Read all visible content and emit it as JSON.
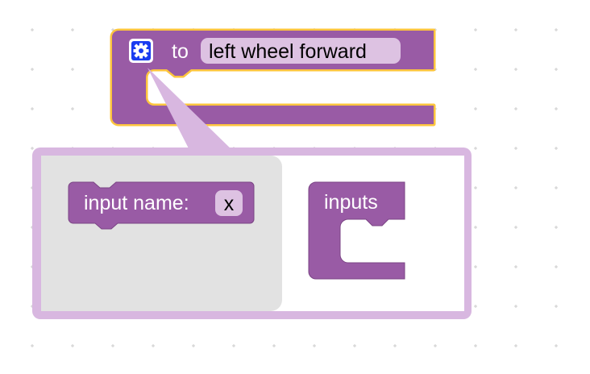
{
  "colors": {
    "block_purple": "#995ba5",
    "block_stroke_dark": "#7b4585",
    "highlight": "#fdc53e",
    "bubble_fill": "#d8b7e0",
    "flyout_gray": "#e2e2e2",
    "field_bg": "#ddc2e2",
    "grid_dot": "#cccccc"
  },
  "procedure_block": {
    "mutator_icon": "gear-icon",
    "prefix_label": "to",
    "name_field": "left wheel forward"
  },
  "mutator_bubble": {
    "flyout_block": {
      "label": "input name:",
      "field_value": "x"
    },
    "container_block": {
      "label": "inputs"
    }
  }
}
